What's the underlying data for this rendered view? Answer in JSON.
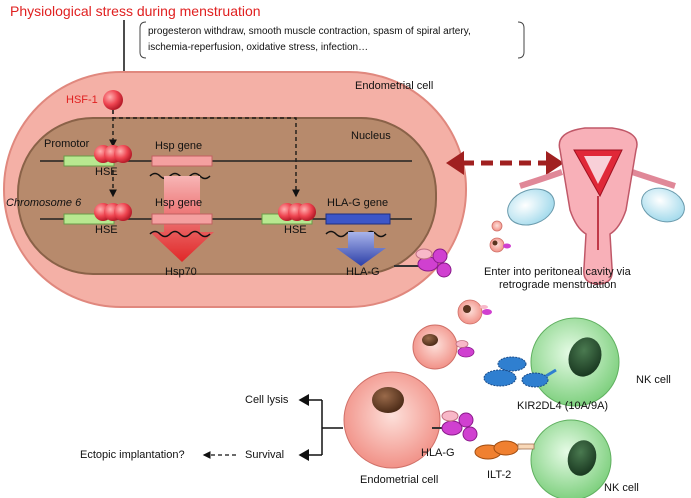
{
  "title": "Physiological stress during menstruation",
  "stressors": {
    "line1": "progesteron withdraw, smooth muscle contraction, spasm of spiral artery,",
    "line2": "ischemia-reperfusion, oxidative stress, infection…"
  },
  "endometrial_cell_label": "Endometrial cell",
  "nucleus_label": "Nucleus",
  "hsf1_label": "HSF-1",
  "promotor_label": "Promotor",
  "chromosome_label": "Chromosome 6",
  "hse_label": "HSE",
  "hsp_gene_label": "Hsp gene",
  "hlag_gene_label": "HLA-G gene",
  "hsp70_label": "Hsp70",
  "hlag_label": "HLA-G",
  "retrograde": {
    "line1": "Enter into peritoneal cavity via",
    "line2": "retrograde menstruation"
  },
  "nk_cell_label": "NK cell",
  "kir_label": "KIR2DL4 (10A/9A)",
  "ilt2_label": "ILT-2",
  "cell_lysis_label": "Cell lysis",
  "survival_label": "Survival",
  "ectopic_label": "Ectopic implantation?",
  "colors": {
    "title_red": "#e02020",
    "cell_pink": "#f4b0a6",
    "nucleus_brown": "#b78a6c",
    "hsp70_arrow": "#e84040",
    "hlag_arrow": "#3c4fb4",
    "nk_green": "#8fdc8f",
    "receptor_blue": "#2f7fd0",
    "hlag_magenta": "#cc44cc"
  }
}
